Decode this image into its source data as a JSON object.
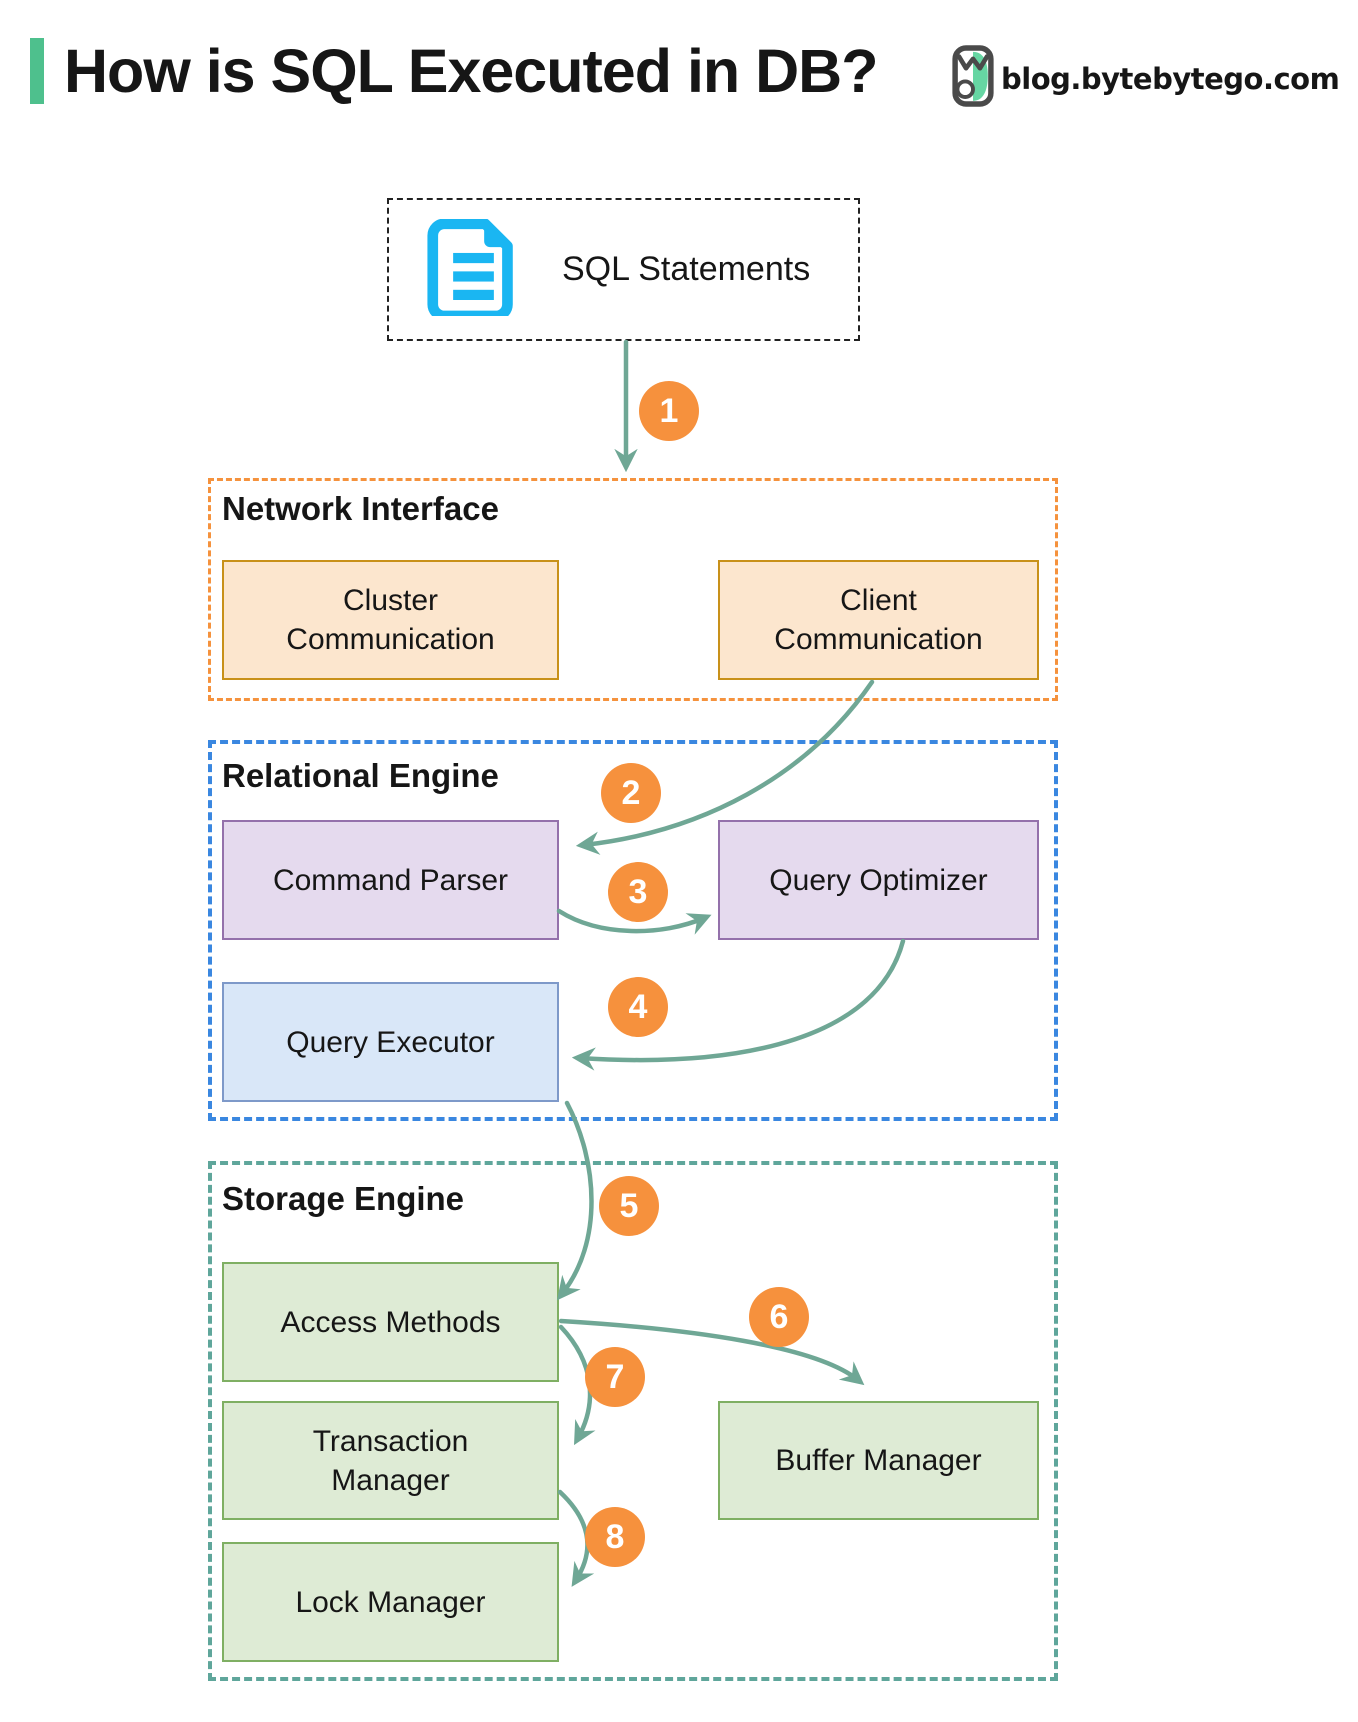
{
  "header": {
    "title": "How is SQL Executed in DB?",
    "brand": "blog.bytebytego.com"
  },
  "sql_box": {
    "label": "SQL Statements",
    "icon": "document-icon"
  },
  "sections": [
    {
      "title": "Network Interface",
      "boxes": [
        {
          "label": "Cluster Communication"
        },
        {
          "label": "Client Communication"
        }
      ]
    },
    {
      "title": "Relational Engine",
      "boxes": [
        {
          "label": "Command Parser"
        },
        {
          "label": "Query Optimizer"
        },
        {
          "label": "Query Executor"
        }
      ]
    },
    {
      "title": "Storage Engine",
      "boxes": [
        {
          "label": "Access Methods"
        },
        {
          "label": "Buffer Manager"
        },
        {
          "label": "Transaction Manager"
        },
        {
          "label": "Lock Manager"
        }
      ]
    }
  ],
  "steps": [
    {
      "number": "1",
      "from": "SQL Statements",
      "to": "Network Interface"
    },
    {
      "number": "2",
      "from": "Client Communication",
      "to": "Command Parser"
    },
    {
      "number": "3",
      "from": "Command Parser",
      "to": "Query Optimizer"
    },
    {
      "number": "4",
      "from": "Query Optimizer",
      "to": "Query Executor"
    },
    {
      "number": "5",
      "from": "Query Executor",
      "to": "Access Methods"
    },
    {
      "number": "6",
      "from": "Access Methods",
      "to": "Buffer Manager"
    },
    {
      "number": "7",
      "from": "Access Methods",
      "to": "Transaction Manager"
    },
    {
      "number": "8",
      "from": "Transaction Manager",
      "to": "Lock Manager"
    }
  ],
  "colors": {
    "accent_green": "#4EC08D",
    "badge_orange": "#F6913D",
    "arrow_teal": "#6FA795",
    "network_border": "#F5923D",
    "relational_border": "#3A87E0",
    "storage_border": "#5FA69B",
    "peach_fill": "#FCE6CE",
    "peach_border": "#C8911A",
    "purple_fill": "#E5DAEE",
    "purple_border": "#9471AB",
    "blue_fill": "#D9E7F8",
    "blue_border": "#7E99C9",
    "green_fill": "#DEEBD5",
    "green_border": "#7FAF63",
    "doc_icon_cyan": "#1AB6F2"
  }
}
